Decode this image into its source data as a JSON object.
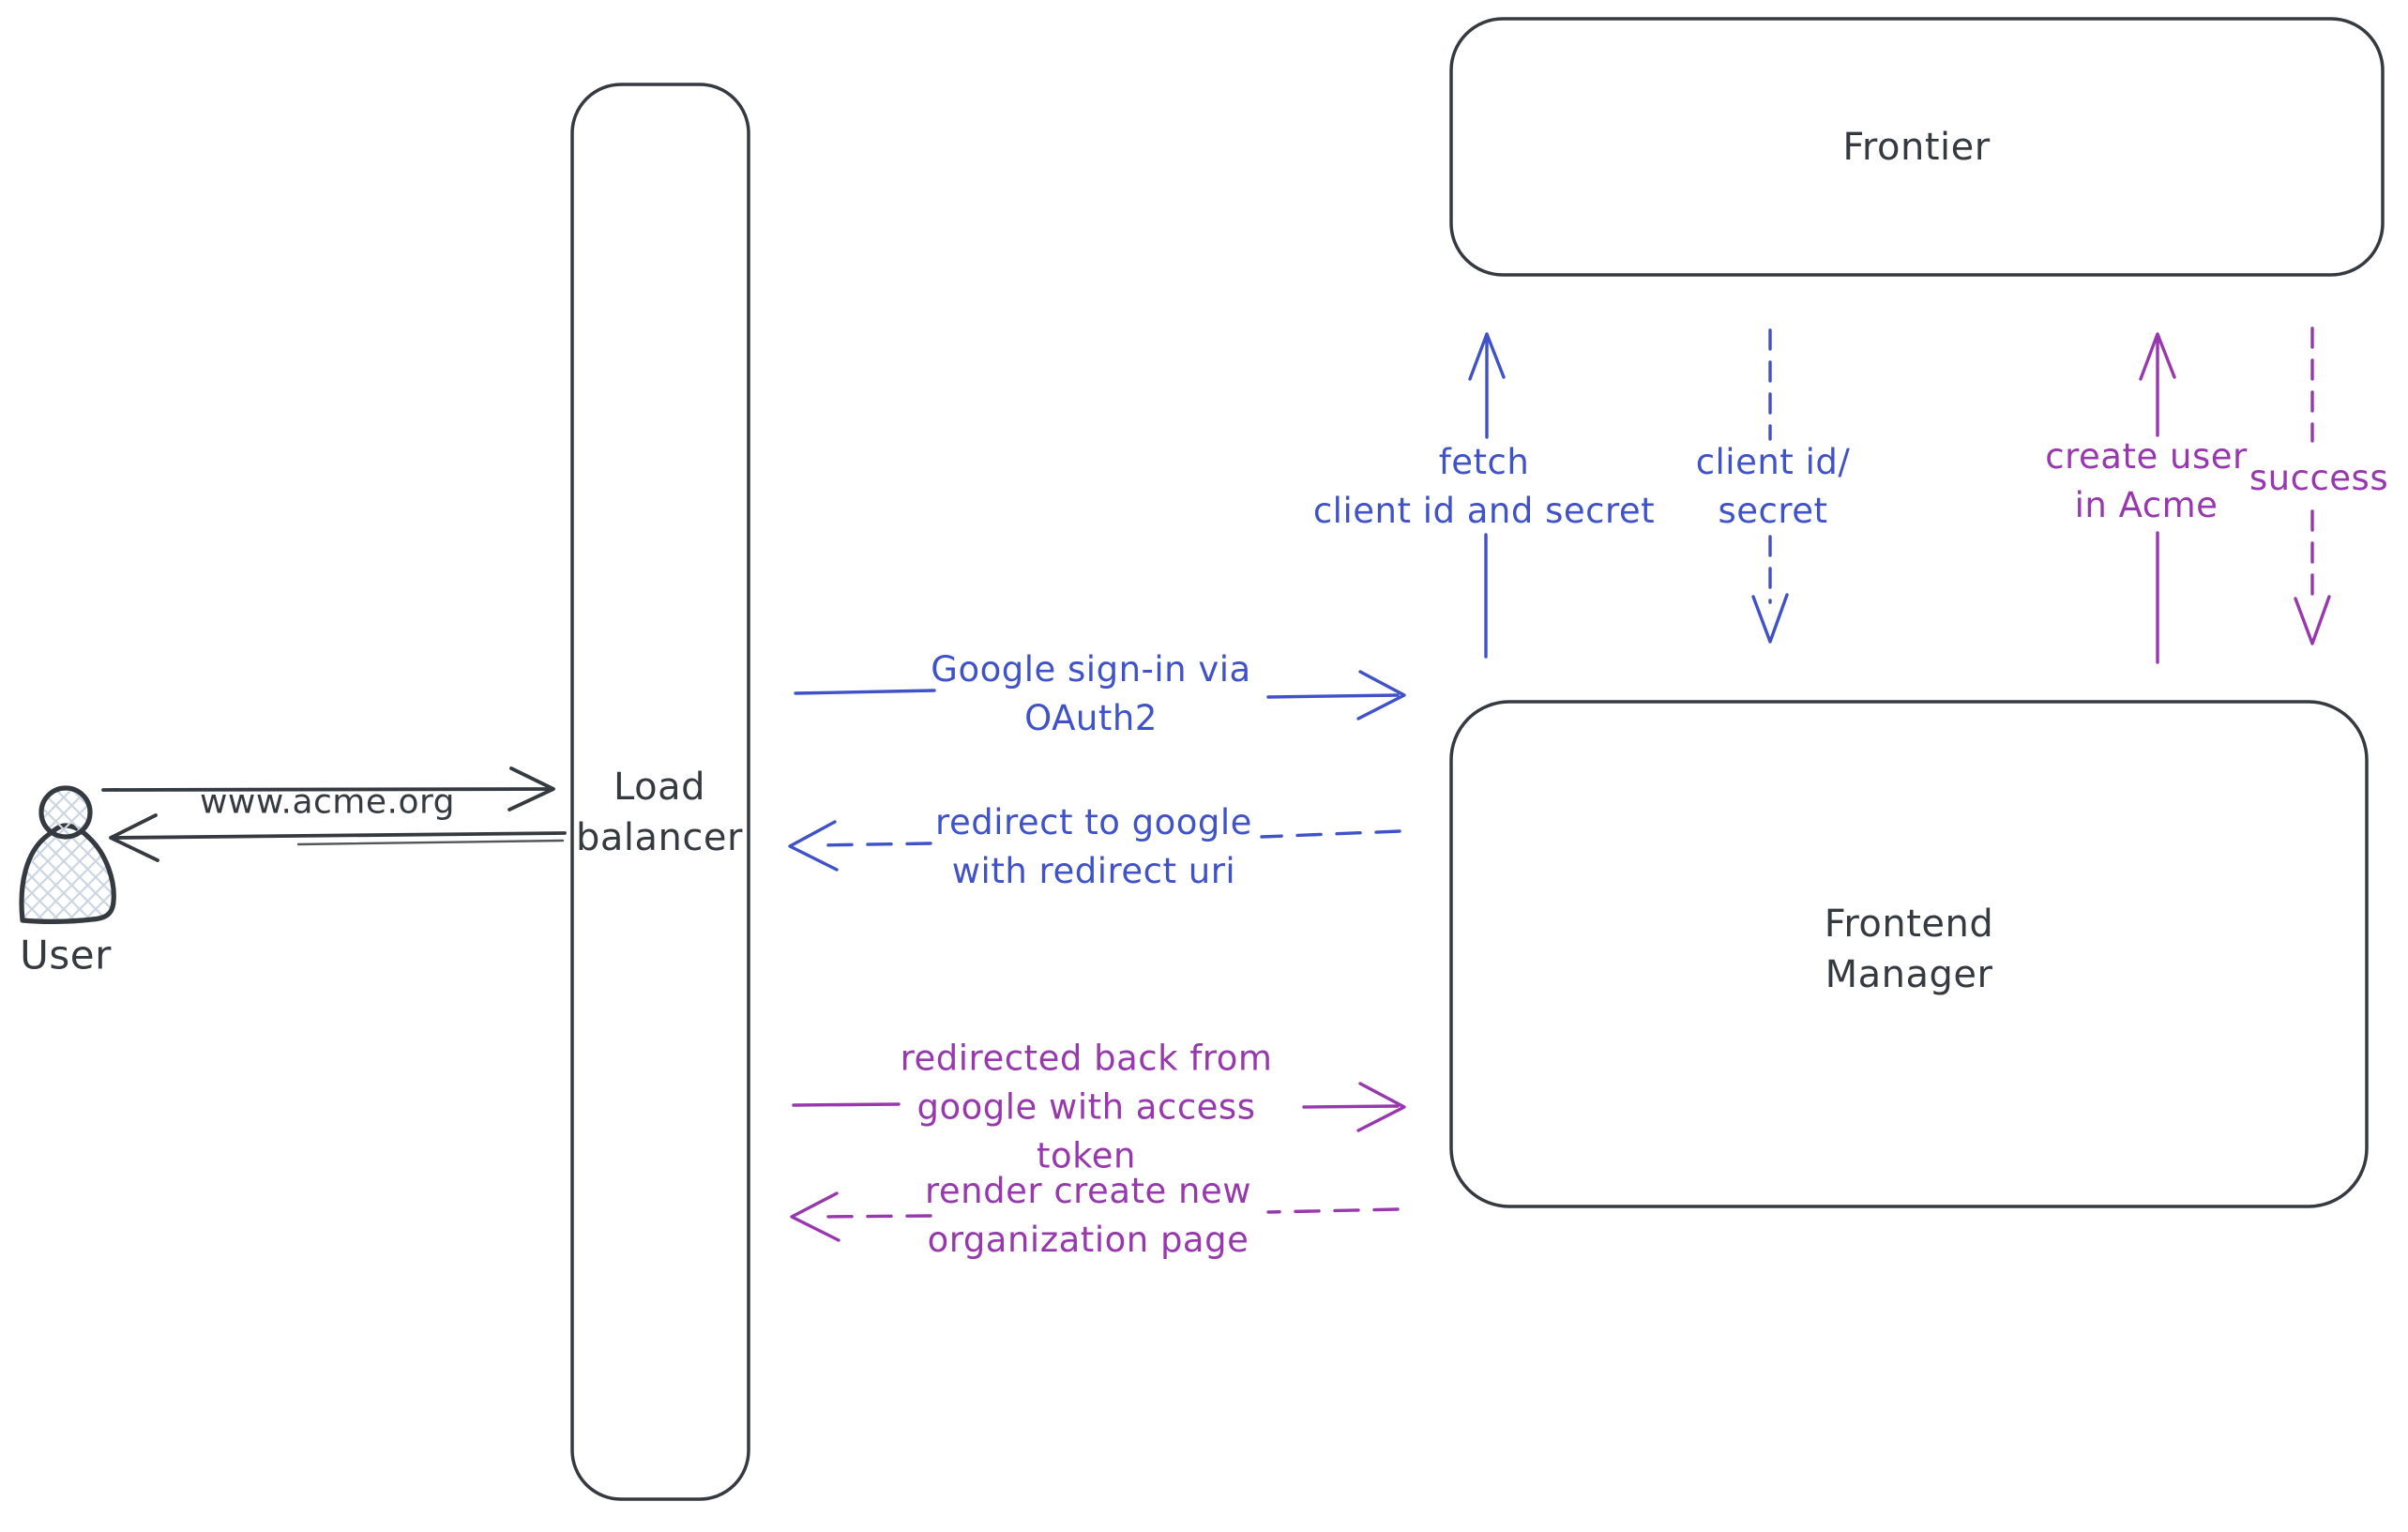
{
  "colors": {
    "ink": "#343a40",
    "blue": "#4052c8",
    "violet": "#9838ae",
    "hatch": "#ccd6e2",
    "bg": "#ffffff"
  },
  "nodes": {
    "user": {
      "label": "User"
    },
    "load_balancer": {
      "label": "Load\nbalancer"
    },
    "frontier": {
      "label": "Frontier"
    },
    "frontend_manager": {
      "label": "Frontend\nManager"
    }
  },
  "edges": {
    "www": {
      "label": "www.acme.org",
      "style": "solid",
      "color": "ink"
    },
    "google_signin": {
      "label": "Google sign-in via\nOAuth2",
      "style": "solid",
      "color": "blue"
    },
    "redirect_google": {
      "label": "redirect to google\nwith redirect uri",
      "style": "dashed",
      "color": "blue"
    },
    "redirected_back": {
      "label": "redirected back from\ngoogle with access\ntoken",
      "style": "solid",
      "color": "violet"
    },
    "render_page": {
      "label": "render create new\norganization page",
      "style": "dashed",
      "color": "violet"
    },
    "fetch_creds": {
      "label": "fetch\nclient id and secret",
      "style": "solid",
      "color": "blue"
    },
    "client_id_secret": {
      "label": "client id/\nsecret",
      "style": "dashed",
      "color": "blue"
    },
    "create_user": {
      "label": "create user\nin Acme",
      "style": "solid",
      "color": "violet"
    },
    "success": {
      "label": "success",
      "style": "dashed",
      "color": "violet"
    }
  }
}
